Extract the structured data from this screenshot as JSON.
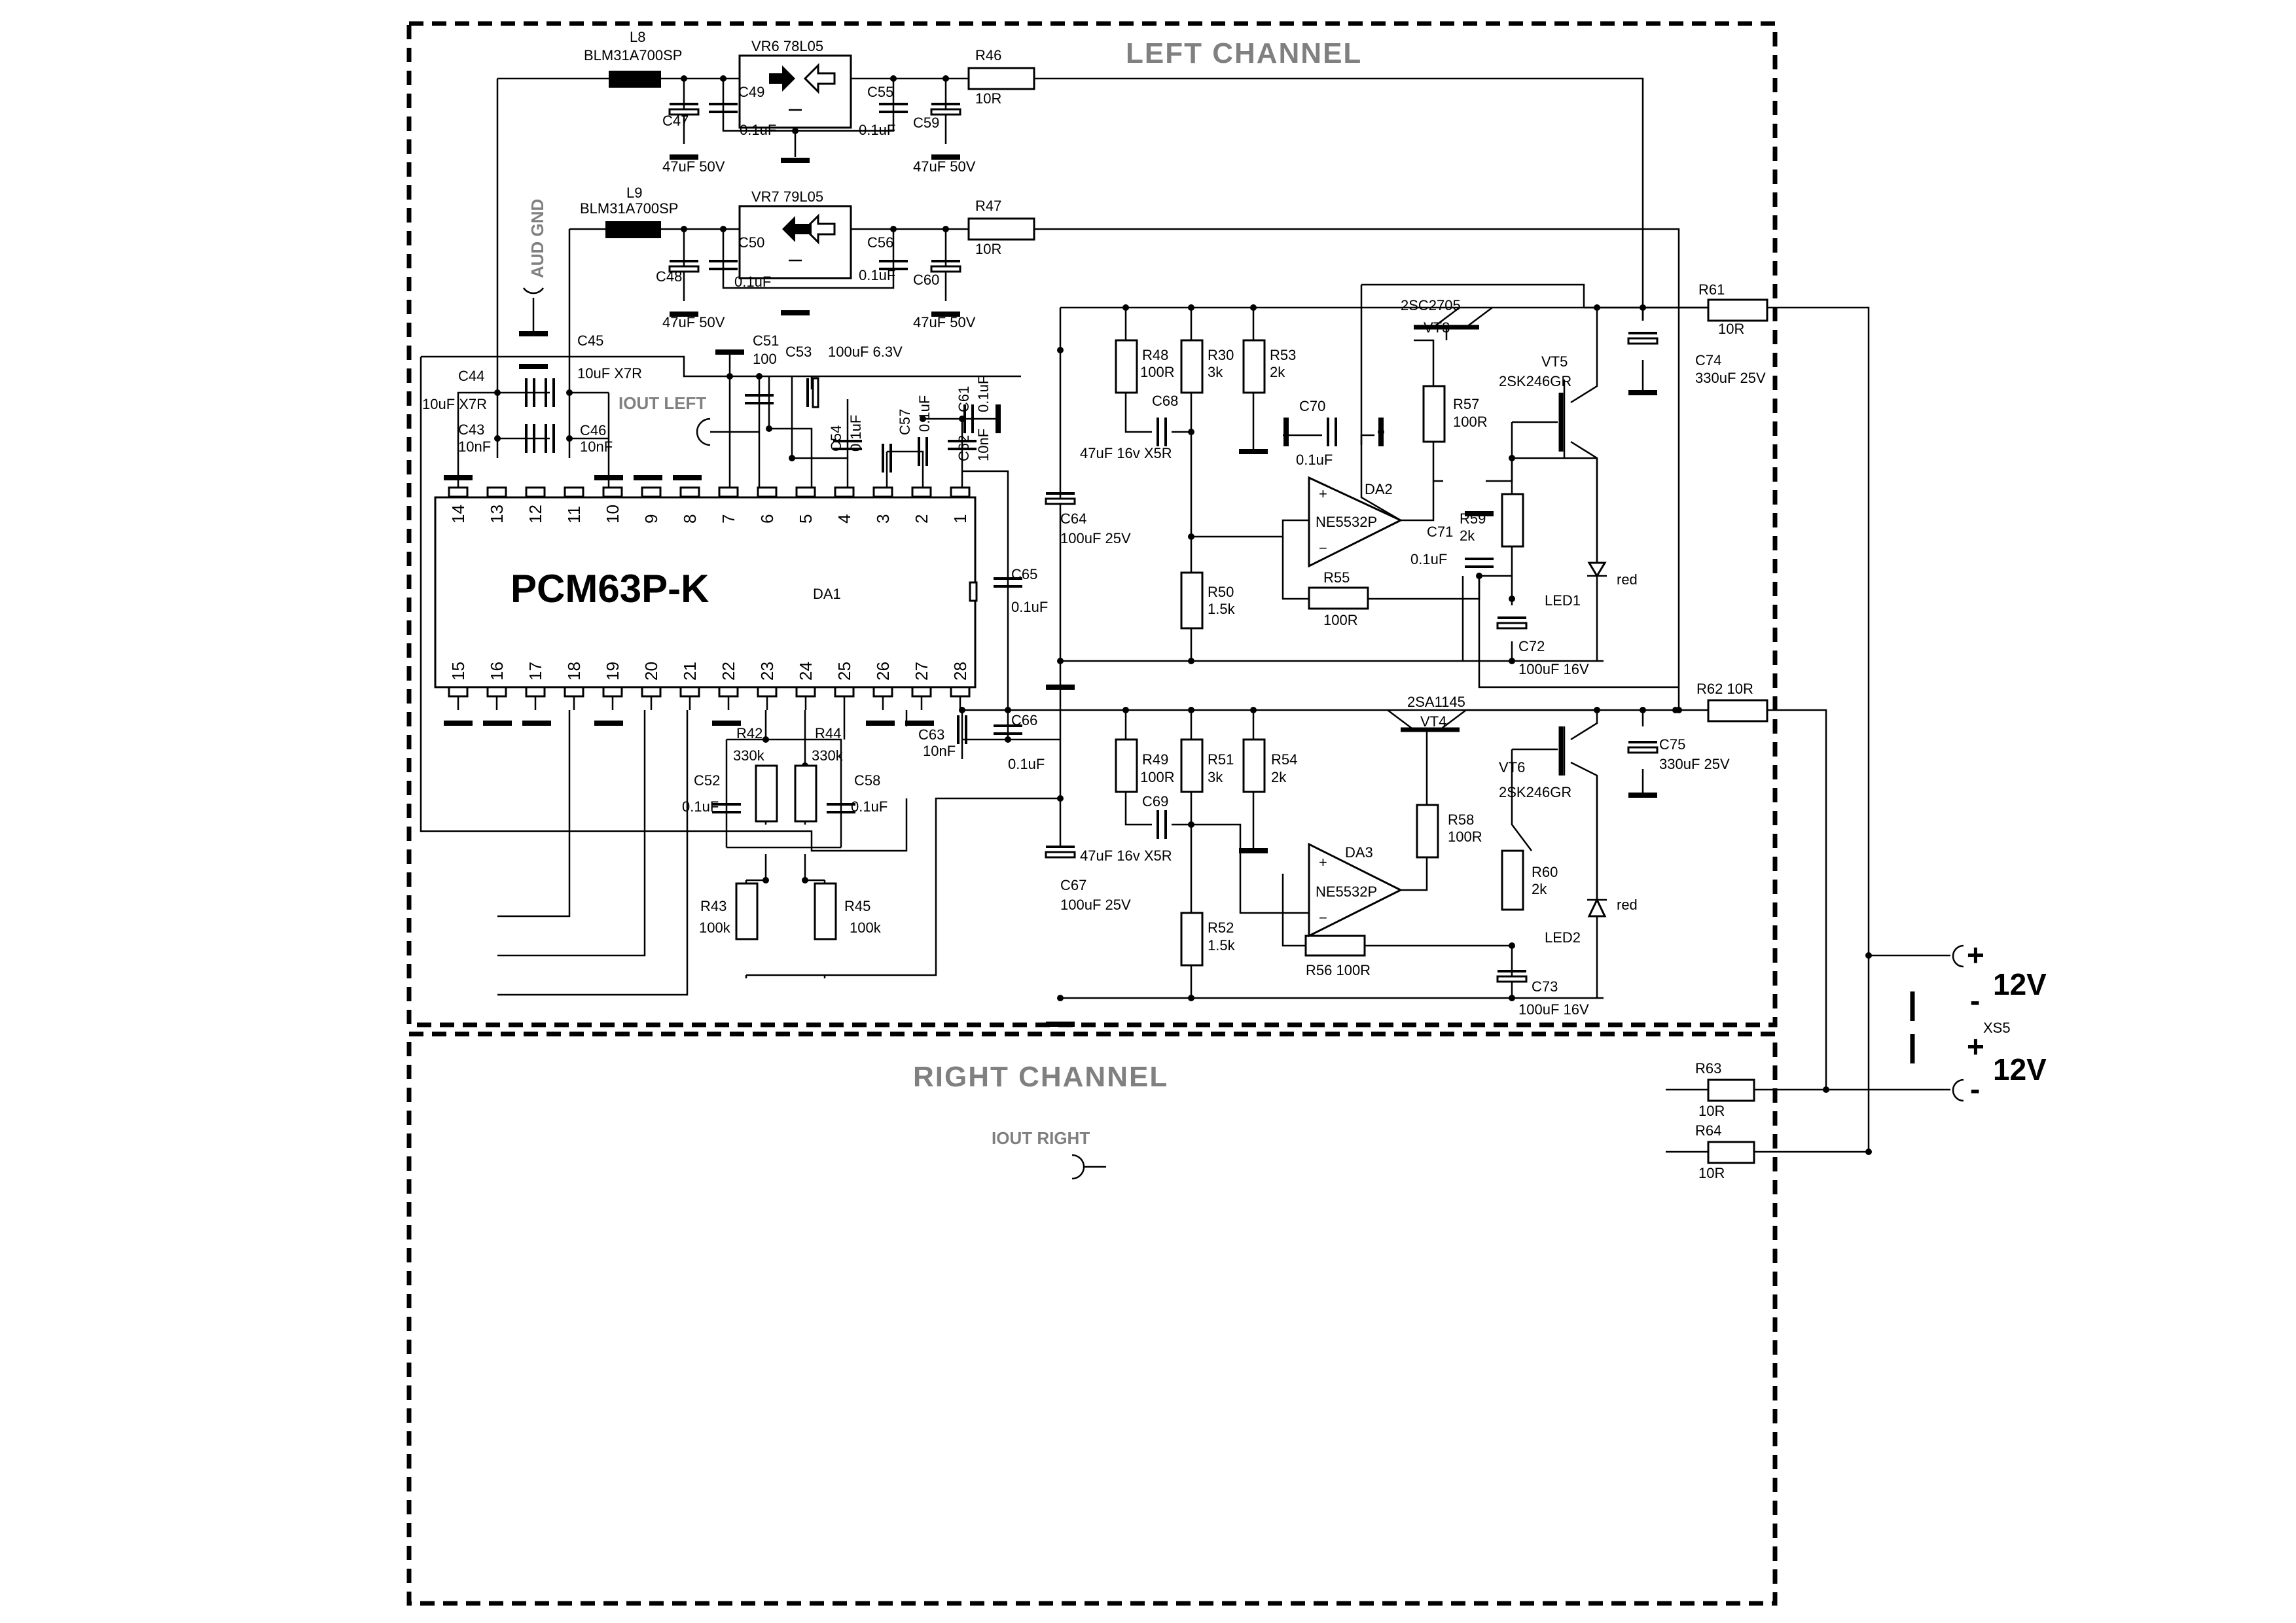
{
  "sections": {
    "left": "LEFT  CHANNEL",
    "right": "RIGHT  CHANNEL"
  },
  "ic": {
    "part": "PCM63P-K",
    "ref": "DA1",
    "top_pins": [
      "14",
      "13",
      "12",
      "11",
      "10",
      "9",
      "8",
      "7",
      "6",
      "5",
      "4",
      "3",
      "2",
      "1"
    ],
    "bottom_pins": [
      "15",
      "16",
      "17",
      "18",
      "19",
      "20",
      "21",
      "22",
      "23",
      "24",
      "25",
      "26",
      "27",
      "28"
    ]
  },
  "ports": {
    "aud_gnd": "AUD  GND",
    "iout_left": "IOUT LEFT",
    "iout_right": "IOUT RIGHT"
  },
  "connector": {
    "ref": "XS5",
    "voltage_1": "12V",
    "voltage_2": "12V"
  },
  "labels": {
    "L8": "L8",
    "L8v": "BLM31A700SP",
    "L9": "L9",
    "L9v": "BLM31A700SP",
    "VR6": "VR6  78L05",
    "VR7": "VR7  79L05",
    "C47": "C47",
    "C47v": "47uF 50V",
    "C49": "C49",
    "C49v": "0.1uF",
    "C55": "C55",
    "C55v": "0.1uF",
    "C59": "C59",
    "C59v": "47uF 50V",
    "C48": "C48",
    "C48v": "47uF 50V",
    "C50": "C50",
    "C50v": "0.1uF",
    "C56": "C56",
    "C56v": "0.1uF",
    "C60": "C60",
    "C60v": "47uF 50V",
    "R46": "R46",
    "R46v": "10R",
    "R47": "R47",
    "R47v": "10R",
    "C44": "C44",
    "C44v": "10uF X7R",
    "C45": "C45",
    "C45v": "10uF X7R",
    "C43": "C43",
    "C43v": "10nF",
    "C46": "C46",
    "C46v": "10nF",
    "C51": "C51",
    "C51v": "100",
    "C53": "C53",
    "C53v": "100uF 6.3V",
    "C54": "C54",
    "C54v": "0.1uF",
    "C57": "C57",
    "C57v": "0.1uF",
    "C61": "C61",
    "C61v": "0.1uF",
    "C62": "C62",
    "C62v": "10nF",
    "C65": "C65",
    "C65v": "0.1uF",
    "C66": "C66",
    "C66v": "0.1uF",
    "C63": "C63",
    "C63v": "10nF",
    "R42": "R42",
    "R42v": "330k",
    "R44": "R44",
    "R44v": "330k",
    "C52": "C52",
    "C52v": "0.1uF",
    "C58": "C58",
    "C58v": "0.1uF",
    "R43": "R43",
    "R43v": "100k",
    "R45": "R45",
    "R45v": "100k",
    "C64": "C64",
    "C64v": "100uF 25V",
    "C67": "C67",
    "C67v": "100uF 25V",
    "R48": "R48",
    "R48v": "100R",
    "R30": "R30",
    "R30v": "3k",
    "R53": "R53",
    "R53v": "2k",
    "C68": "C68",
    "C68v": "47uF 16v X5R",
    "C70": "C70",
    "C70v": "0.1uF",
    "R50": "R50",
    "R50v": "1.5k",
    "DA2": "DA2",
    "DA2v": "NE5532P",
    "R55": "R55",
    "R55v": "100R",
    "VT3": "VT3",
    "VT3v": "2SC2705",
    "R57": "R57",
    "R57v": "100R",
    "VT5": "VT5",
    "VT5v": "2SK246GR",
    "R59": "R59",
    "R59v": "2k",
    "C71": "C71",
    "C71v": "0.1uF",
    "LED1": "LED1",
    "LED1v": "red",
    "C72": "C72",
    "C72v": "100uF 16V",
    "R61": "R61",
    "R61v": "10R",
    "C74": "C74",
    "C74v": "330uF 25V",
    "R49": "R49",
    "R49v": "100R",
    "R51": "R51",
    "R51v": "3k",
    "R54": "R54",
    "R54v": "2k",
    "C69": "C69",
    "C69v": "47uF 16v X5R",
    "R52": "R52",
    "R52v": "1.5k",
    "DA3": "DA3",
    "DA3v": "NE5532P",
    "R56": "R56  100R",
    "VT4": "VT4",
    "VT4v": "2SA1145",
    "R58": "R58",
    "R58v": "100R",
    "VT6": "VT6",
    "VT6v": "2SK246GR",
    "R60": "R60",
    "R60v": "2k",
    "LED2": "LED2",
    "LED2v": "red",
    "C73": "C73",
    "C73v": "100uF 16V",
    "R62": "R62  10R",
    "C75": "C75",
    "C75v": "330uF 25V",
    "R63": "R63",
    "R63v": "10R",
    "R64": "R64",
    "R64v": "10R",
    "plus": "+",
    "minus": "-"
  }
}
